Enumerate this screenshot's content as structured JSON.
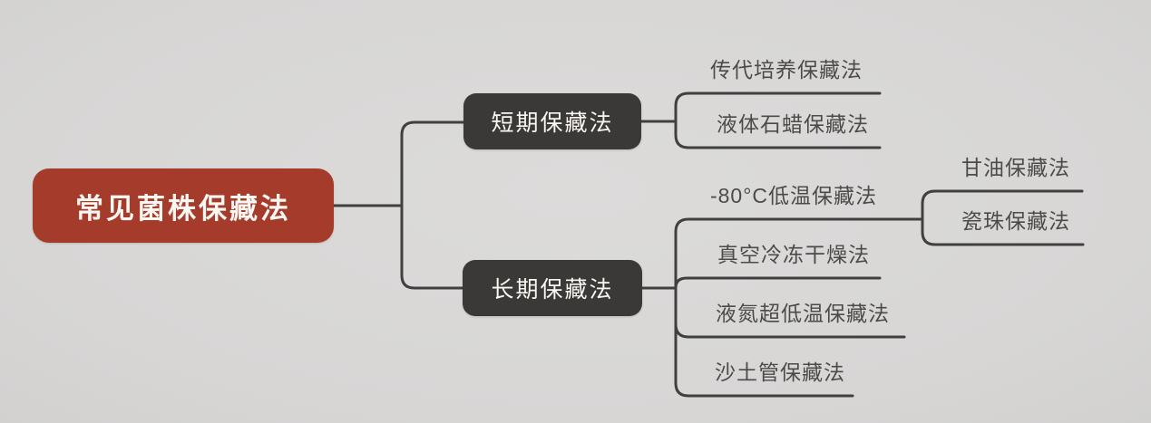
{
  "colors": {
    "background": "#d9d8d7",
    "connector_line": "#42403e",
    "root_fill": "#a53b2b",
    "branch_fill": "#3a3937",
    "node_text": "#faf6f2",
    "leaf_text": "#4c4b49"
  },
  "mindmap": {
    "root": {
      "label": "常见菌株保藏法"
    },
    "branches": [
      {
        "label": "短期保藏法",
        "children": [
          {
            "label": "传代培养保藏法"
          },
          {
            "label": "液体石蜡保藏法"
          }
        ]
      },
      {
        "label": "长期保藏法",
        "children": [
          {
            "label": "-80°C低温保藏法",
            "children": [
              {
                "label": "甘油保藏法"
              },
              {
                "label": "瓷珠保藏法"
              }
            ]
          },
          {
            "label": "真空冷冻干燥法"
          },
          {
            "label": "液氮超低温保藏法"
          },
          {
            "label": "沙土管保藏法"
          }
        ]
      }
    ]
  }
}
